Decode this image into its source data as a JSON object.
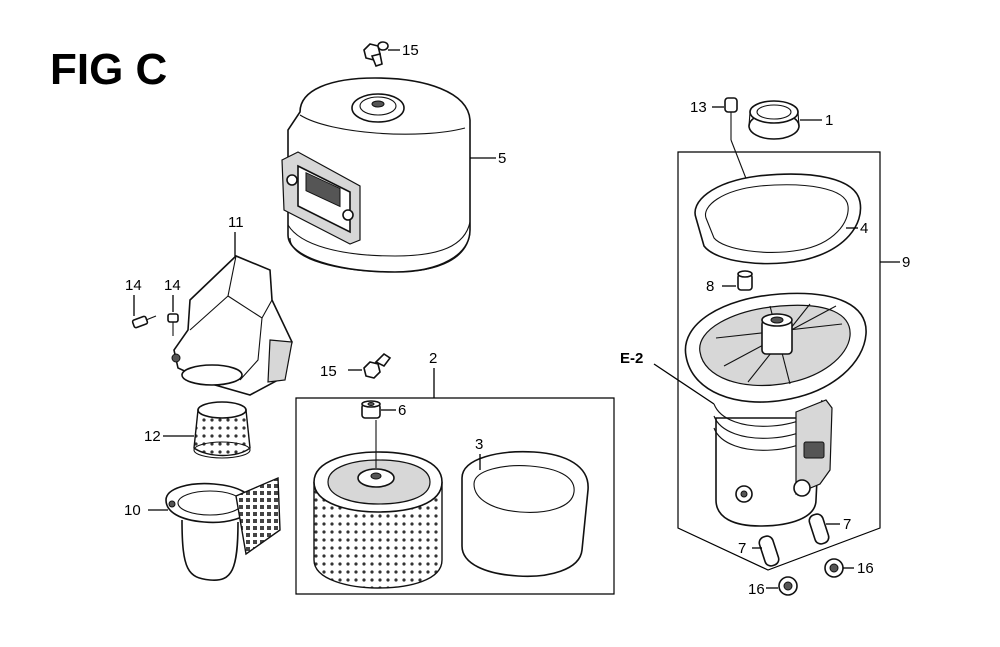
{
  "figure": {
    "title": "FIG C"
  },
  "callouts": {
    "c1": "1",
    "c2": "2",
    "c3": "3",
    "c4": "4",
    "c5": "5",
    "c6": "6",
    "c7a": "7",
    "c7b": "7",
    "c8": "8",
    "c9": "9",
    "c10": "10",
    "c11": "11",
    "c12": "12",
    "c13": "13",
    "c14a": "14",
    "c14b": "14",
    "c15a": "15",
    "c15b": "15",
    "c16a": "16",
    "c16b": "16",
    "ref": "E-2"
  }
}
